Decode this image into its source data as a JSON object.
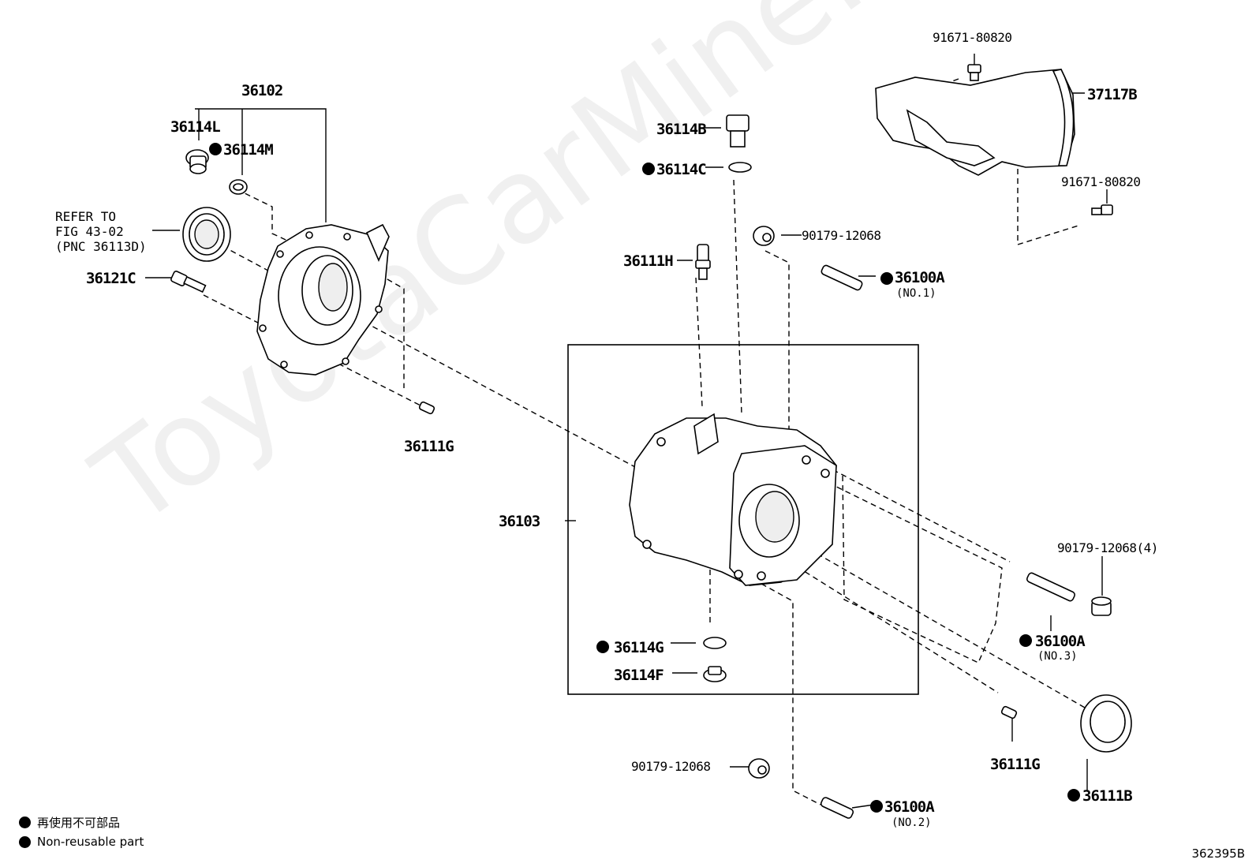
{
  "watermark": "ToyotaCarMine.ru",
  "figure_code": "362395B",
  "legend": {
    "line1": "再使用不可部品",
    "line2": "Non-reusable part"
  },
  "labels": {
    "p36102": "36102",
    "p36114L": "36114L",
    "p36114M": "36114M",
    "ref_line1": "REFER TO",
    "ref_line2": "FIG 43-02",
    "ref_line3": "(PNC 36113D)",
    "p36121C": "36121C",
    "p36111G_top": "36111G",
    "p36103": "36103",
    "p36114B": "36114B",
    "p36114C": "36114C",
    "p36111H": "36111H",
    "p90179_top": "90179-12068",
    "p36100A_1": "36100A",
    "p36100A_1_sub": "(NO.1)",
    "p91671_top": "91671-80820",
    "p37117B": "37117B",
    "p91671_right": "91671-80820",
    "p90179_right": "90179-12068(4)",
    "p36100A_3": "36100A",
    "p36100A_3_sub": "(NO.3)",
    "p36114G": "36114G",
    "p36114F": "36114F",
    "p36111G_bottom": "36111G",
    "p36111B": "36111B",
    "p90179_bottom": "90179-12068",
    "p36100A_2": "36100A",
    "p36100A_2_sub": "(NO.2)"
  }
}
